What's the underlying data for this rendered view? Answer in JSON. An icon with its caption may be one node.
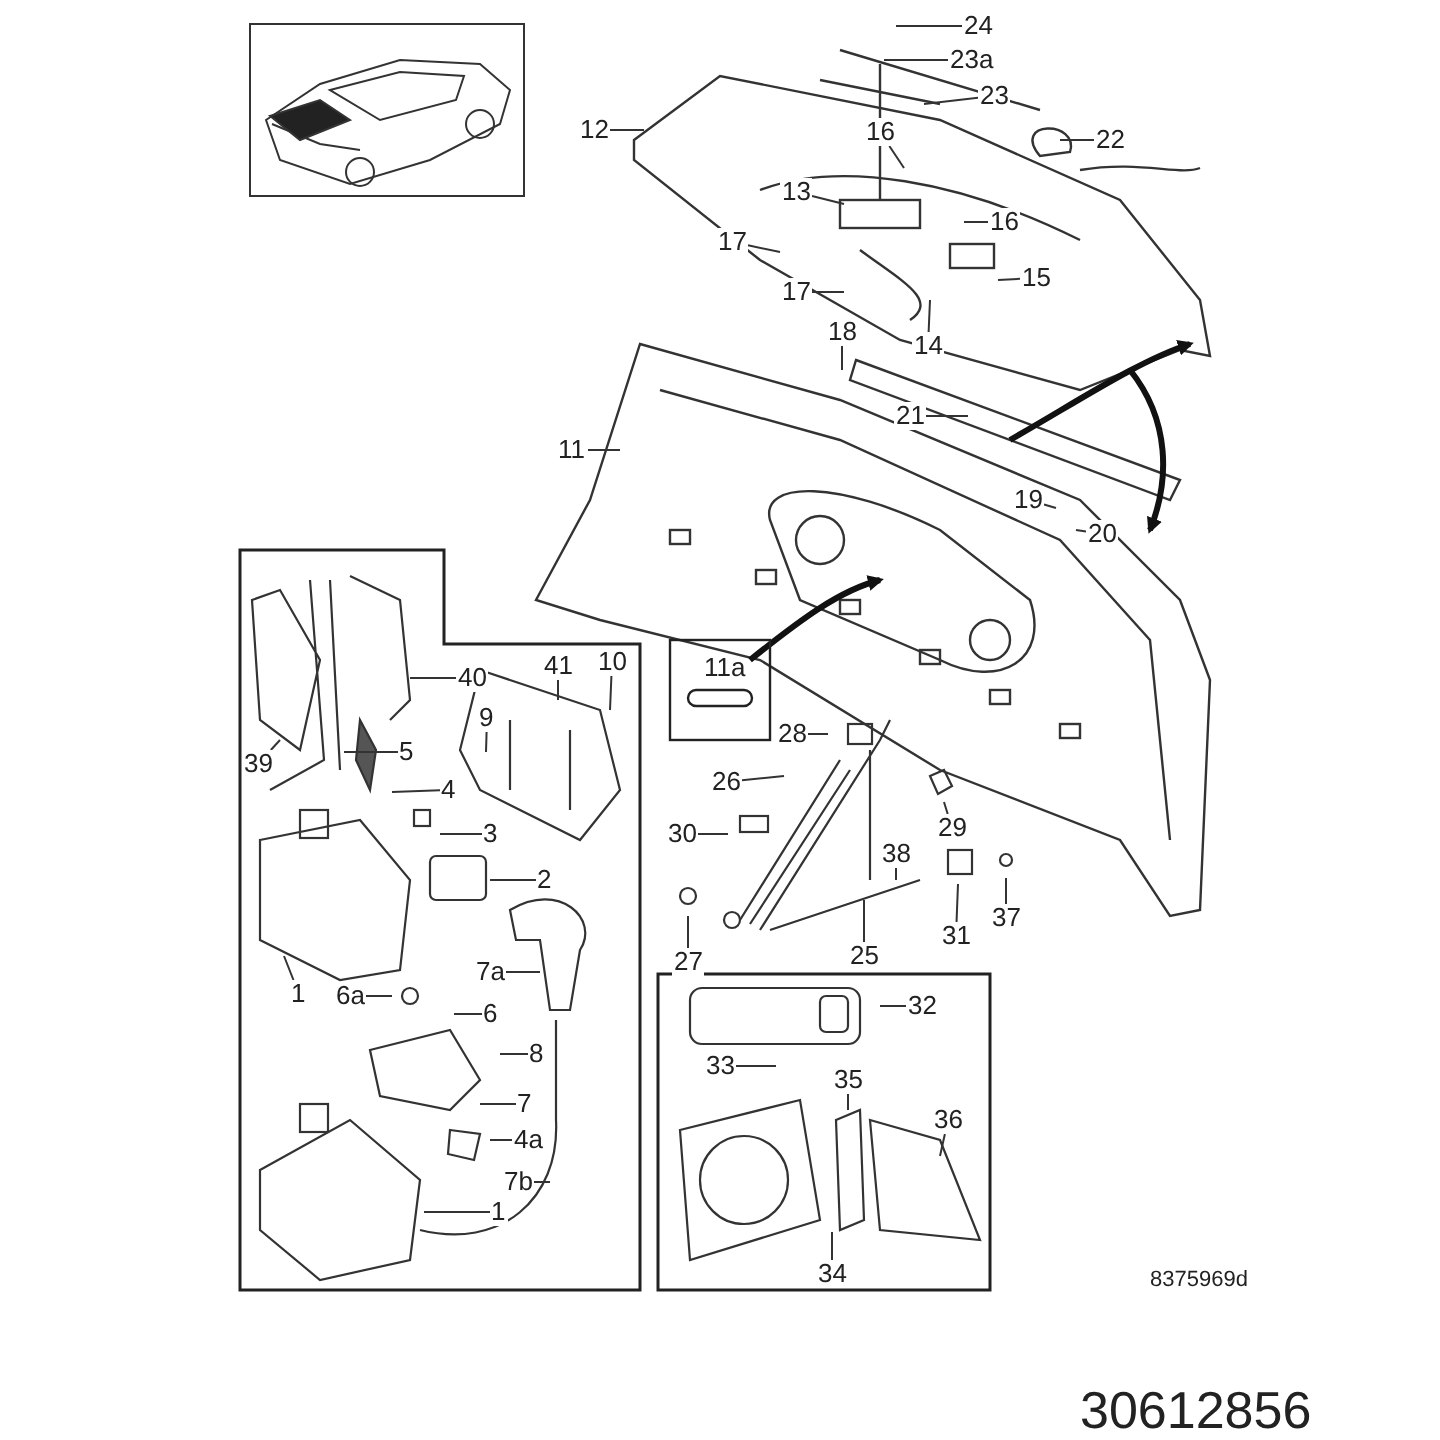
{
  "diagram": {
    "nodes": [
      {
        "text": [
          "24"
        ]
      },
      {
        "text": [
          "23a"
        ]
      },
      {
        "text": [
          "23"
        ]
      },
      {
        "text": [
          "22"
        ]
      },
      {
        "text": [
          "12"
        ]
      },
      {
        "text": [
          "16"
        ]
      },
      {
        "text": [
          "13"
        ]
      },
      {
        "text": [
          "16"
        ]
      },
      {
        "text": [
          "17"
        ]
      },
      {
        "text": [
          "15"
        ]
      },
      {
        "text": [
          "17"
        ]
      },
      {
        "text": [
          "14"
        ]
      },
      {
        "text": [
          "18"
        ]
      },
      {
        "text": [
          "21"
        ]
      },
      {
        "text": [
          "11"
        ]
      },
      {
        "text": [
          "19"
        ]
      },
      {
        "text": [
          "20"
        ]
      },
      {
        "text": [
          "40"
        ]
      },
      {
        "text": [
          "41"
        ]
      },
      {
        "text": [
          "10"
        ]
      },
      {
        "text": [
          "9"
        ]
      },
      {
        "text": [
          "39"
        ]
      },
      {
        "text": [
          "5"
        ]
      },
      {
        "text": [
          "4"
        ]
      },
      {
        "text": [
          "3"
        ]
      },
      {
        "text": [
          "2"
        ]
      },
      {
        "text": [
          "7a"
        ]
      },
      {
        "text": [
          "1"
        ]
      },
      {
        "text": [
          "6a"
        ]
      },
      {
        "text": [
          "6"
        ]
      },
      {
        "text": [
          "8"
        ]
      },
      {
        "text": [
          "7"
        ]
      },
      {
        "text": [
          "4a"
        ]
      },
      {
        "text": [
          "7b"
        ]
      },
      {
        "text": [
          "1"
        ]
      },
      {
        "text": [
          "28"
        ]
      },
      {
        "text": [
          "26"
        ]
      },
      {
        "text": [
          "30"
        ]
      },
      {
        "text": [
          "29"
        ]
      },
      {
        "text": [
          "38"
        ]
      },
      {
        "text": [
          "27"
        ]
      },
      {
        "text": [
          "25"
        ]
      },
      {
        "text": [
          "31"
        ]
      },
      {
        "text": [
          "37"
        ]
      },
      {
        "text": [
          "32"
        ]
      },
      {
        "text": [
          "33"
        ]
      },
      {
        "text": [
          "35"
        ]
      },
      {
        "text": [
          "36"
        ]
      },
      {
        "text": [
          "34"
        ]
      }
    ],
    "edges": [
      {
        "from": 0,
        "to": null,
        "arrow": "none"
      },
      {
        "from": 1,
        "to": null,
        "arrow": "none"
      },
      {
        "from": 2,
        "to": null,
        "arrow": "none"
      },
      {
        "from": 3,
        "to": null,
        "arrow": "none"
      },
      {
        "from": 4,
        "to": null,
        "arrow": "none"
      },
      {
        "from": 5,
        "to": null,
        "arrow": "none"
      },
      {
        "from": 6,
        "to": null,
        "arrow": "none"
      },
      {
        "from": 7,
        "to": null,
        "arrow": "none"
      },
      {
        "from": 8,
        "to": null,
        "arrow": "none"
      },
      {
        "from": 9,
        "to": null,
        "arrow": "none"
      },
      {
        "from": 10,
        "to": null,
        "arrow": "none"
      },
      {
        "from": 11,
        "to": null,
        "arrow": "none"
      },
      {
        "from": 12,
        "to": null,
        "arrow": "none"
      },
      {
        "from": 13,
        "to": null,
        "arrow": "none"
      },
      {
        "from": 14,
        "to": null,
        "arrow": "none"
      },
      {
        "from": 15,
        "to": null,
        "arrow": "none"
      },
      {
        "from": 16,
        "to": null,
        "arrow": "none"
      },
      {
        "from": 17,
        "to": null,
        "arrow": "none"
      },
      {
        "from": 18,
        "to": null,
        "arrow": "none"
      },
      {
        "from": 19,
        "to": null,
        "arrow": "none"
      },
      {
        "from": 20,
        "to": null,
        "arrow": "none"
      },
      {
        "from": 21,
        "to": null,
        "arrow": "none"
      },
      {
        "from": 22,
        "to": null,
        "arrow": "none"
      },
      {
        "from": 23,
        "to": null,
        "arrow": "none"
      },
      {
        "from": 24,
        "to": null,
        "arrow": "none"
      },
      {
        "from": 25,
        "to": null,
        "arrow": "none"
      },
      {
        "from": 26,
        "to": null,
        "arrow": "none"
      },
      {
        "from": 27,
        "to": null,
        "arrow": "none"
      },
      {
        "from": 28,
        "to": null,
        "arrow": "none"
      },
      {
        "from": 29,
        "to": null,
        "arrow": "none"
      },
      {
        "from": 30,
        "to": null,
        "arrow": "none"
      },
      {
        "from": 31,
        "to": null,
        "arrow": "none"
      },
      {
        "from": 32,
        "to": null,
        "arrow": "none"
      },
      {
        "from": 33,
        "to": null,
        "arrow": "none"
      },
      {
        "from": 34,
        "to": null,
        "arrow": "none"
      },
      {
        "from": 35,
        "to": null,
        "arrow": "none"
      },
      {
        "from": 36,
        "to": null,
        "arrow": "none"
      },
      {
        "from": 37,
        "to": null,
        "arrow": "none"
      },
      {
        "from": 38,
        "to": null,
        "arrow": "none"
      },
      {
        "from": 39,
        "to": null,
        "arrow": "none"
      },
      {
        "from": 40,
        "to": null,
        "arrow": "none"
      },
      {
        "from": 41,
        "to": null,
        "arrow": "none"
      },
      {
        "from": 42,
        "to": null,
        "arrow": "none"
      },
      {
        "from": 43,
        "to": null,
        "arrow": "none"
      },
      {
        "from": 44,
        "to": null,
        "arrow": "none"
      },
      {
        "from": 45,
        "to": null,
        "arrow": "none"
      },
      {
        "from": 46,
        "to": null,
        "arrow": "none"
      },
      {
        "from": 47,
        "to": null,
        "arrow": "none"
      },
      {
        "from": 48,
        "to": null,
        "arrow": "none"
      }
    ],
    "labels": [
      "11a",
      "8375969d",
      "30612856"
    ]
  }
}
